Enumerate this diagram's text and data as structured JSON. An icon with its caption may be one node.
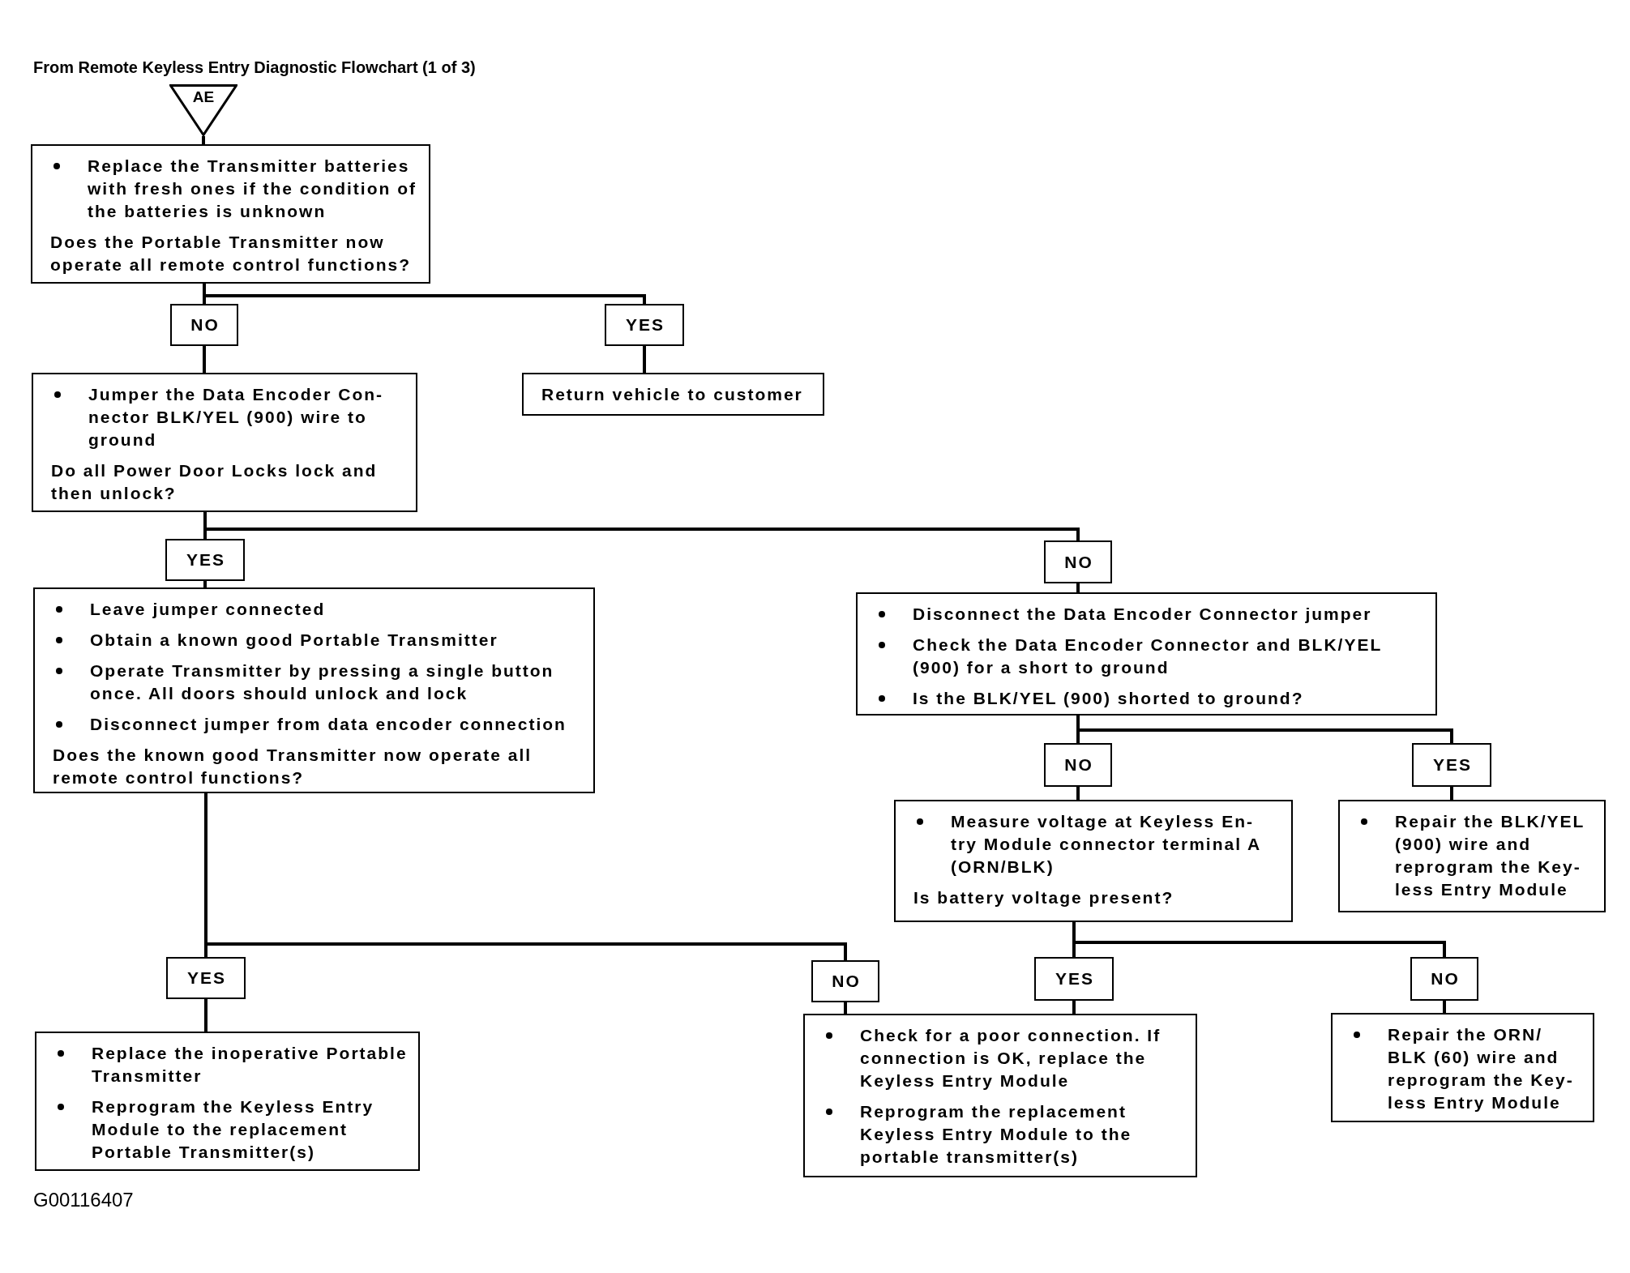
{
  "diagram": {
    "title": "From Remote Keyless Entry Diagnostic Flowchart (1 of 3)",
    "nodes": [
      {
        "text": [
          "AE"
        ]
      },
      {
        "text": [
          "Replace the Transmitter batteries with fresh ones if the condition of the batteries is unknown",
          "Does the Portable Transmitter now operate all remote control functions?"
        ]
      },
      {
        "text": [
          "NO"
        ]
      },
      {
        "text": [
          "YES"
        ]
      },
      {
        "text": [
          "Jumper the Data Encoder Con- nector BLK/YEL (900) wire to ground",
          "Do all Power Door Locks lock and then unlock?"
        ]
      },
      {
        "text": [
          "Return vehicle to customer"
        ]
      },
      {
        "text": [
          "YES"
        ]
      },
      {
        "text": [
          "NO"
        ]
      },
      {
        "text": [
          "Leave jumper connected",
          "Obtain a known good Portable Transmitter",
          "Operate Transmitter by pressing a single button once. All doors should unlock and lock",
          "Disconnect jumper from data encoder connection",
          "Does the known good Transmitter now operate all remote control functions?"
        ]
      },
      {
        "text": [
          "Disconnect the Data Encoder Connector jumper",
          "Check the Data Encoder Connector and BLK/YEL (900) for a short to ground",
          "Is the BLK/YEL (900) shorted to ground?"
        ]
      },
      {
        "text": [
          "NO"
        ]
      },
      {
        "text": [
          "YES"
        ]
      },
      {
        "text": [
          "Measure voltage at Keyless En- try Module connector terminal A (ORN/BLK)",
          "Is battery voltage present?"
        ]
      },
      {
        "text": [
          "Repair the BLK/YEL (900) wire and reprogram the Key- less Entry Module"
        ]
      },
      {
        "text": [
          "YES"
        ]
      },
      {
        "text": [
          "NO"
        ]
      },
      {
        "text": [
          "YES"
        ]
      },
      {
        "text": [
          "NO"
        ]
      },
      {
        "text": [
          "Replace the inoperative Portable Transmitter",
          "Reprogram the Keyless Entry Module to the replacement Portable Transmitter(s)"
        ]
      },
      {
        "text": [
          "Check for a poor connection. If connection is OK, replace the Keyless Entry Module",
          "Reprogram the replacement Keyless Entry Module to the portable transmitter(s)"
        ]
      },
      {
        "text": [
          "Repair the ORN/ BLK (60) wire and reprogram the Key- less Entry Module"
        ]
      }
    ],
    "edges": [
      {
        "from": 0,
        "to": 1,
        "arrow": "none"
      },
      {
        "from": 1,
        "to": 2,
        "arrow": "none"
      },
      {
        "from": 1,
        "to": 3,
        "arrow": "none"
      },
      {
        "from": 2,
        "to": 4,
        "arrow": "none"
      },
      {
        "from": 3,
        "to": 5,
        "arrow": "none"
      },
      {
        "from": 4,
        "to": 6,
        "arrow": "none"
      },
      {
        "from": 4,
        "to": 7,
        "arrow": "none"
      },
      {
        "from": 6,
        "to": 8,
        "arrow": "none"
      },
      {
        "from": 7,
        "to": 9,
        "arrow": "none"
      },
      {
        "from": 9,
        "to": 10,
        "arrow": "none"
      },
      {
        "from": 9,
        "to": 11,
        "arrow": "none"
      },
      {
        "from": 10,
        "to": 12,
        "arrow": "none"
      },
      {
        "from": 11,
        "to": 13,
        "arrow": "none"
      },
      {
        "from": 8,
        "to": 14,
        "arrow": "none"
      },
      {
        "from": 8,
        "to": 15,
        "arrow": "none"
      },
      {
        "from": 14,
        "to": 18,
        "arrow": "none"
      },
      {
        "from": 15,
        "to": 19,
        "arrow": "none"
      },
      {
        "from": 12,
        "to": 16,
        "arrow": "none"
      },
      {
        "from": 12,
        "to": 17,
        "arrow": "none"
      },
      {
        "from": 16,
        "to": 19,
        "arrow": "none"
      },
      {
        "from": 17,
        "to": 20,
        "arrow": "none"
      }
    ],
    "labels": [
      "G00116407"
    ]
  }
}
